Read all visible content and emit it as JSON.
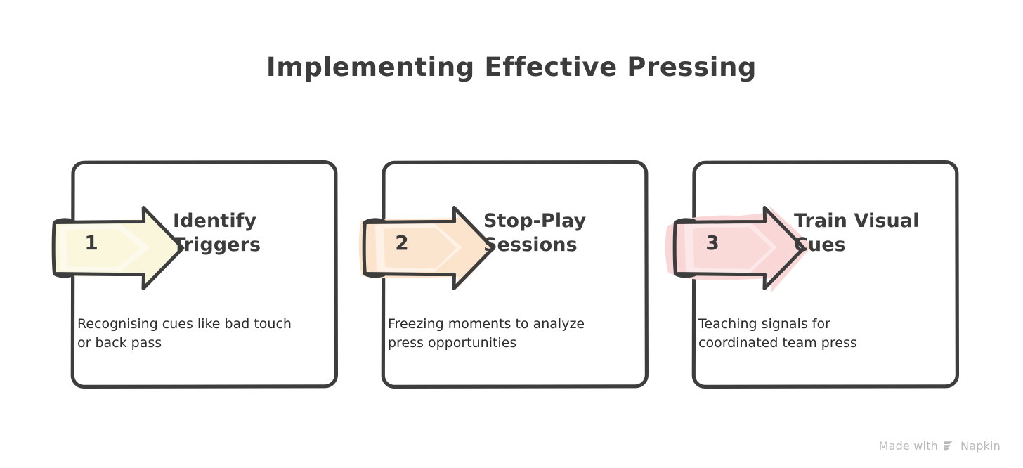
{
  "title": "Implementing Effective Pressing",
  "background_color": "#ffffff",
  "ink_color": "#3c3c3c",
  "cards": [
    {
      "number": "1",
      "heading_line1": "Identify",
      "heading_line2": "Triggers",
      "body_line1": "Recognising cues like bad touch",
      "body_line2": "or back pass",
      "arrow_fill": "#faf6dc"
    },
    {
      "number": "2",
      "heading_line1": "Stop-Play",
      "heading_line2": "Sessions",
      "body_line1": "Freezing moments to analyze",
      "body_line2": "press opportunities",
      "arrow_fill": "#fce4cc"
    },
    {
      "number": "3",
      "heading_line1": "Train Visual",
      "heading_line2": "Cues",
      "body_line1": "Teaching signals for",
      "body_line2": "coordinated team press",
      "arrow_fill": "#fad7d7"
    }
  ],
  "watermark": {
    "prefix": "Made with",
    "brand": "Napkin",
    "logo": "napkin-chevrons-icon",
    "color": "#b9b9b9"
  }
}
